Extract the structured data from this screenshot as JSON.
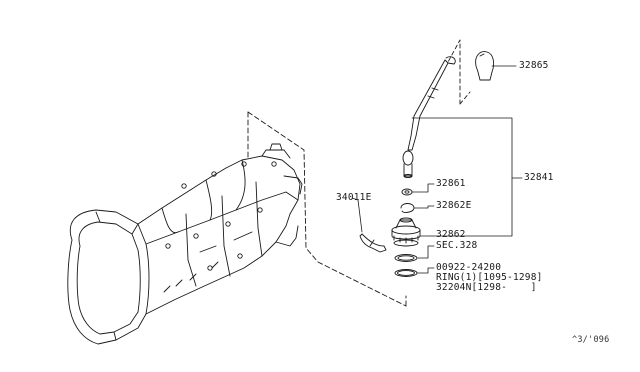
{
  "callouts": {
    "p32865": "32865",
    "p32841": "32841",
    "p32861": "32861",
    "p32862E": "32862E",
    "p32862": "32862",
    "sec328": "SEC.328",
    "p34011E": "34011E",
    "ring_line1": "00922-24200",
    "ring_line2": "RING(1)[1095-1298]",
    "ring_line3": "32204N[1298-    ]"
  },
  "diagram_code": "^3/'\u0010096",
  "colors": {
    "line": "#1a1a1a",
    "background": "#ffffff"
  }
}
